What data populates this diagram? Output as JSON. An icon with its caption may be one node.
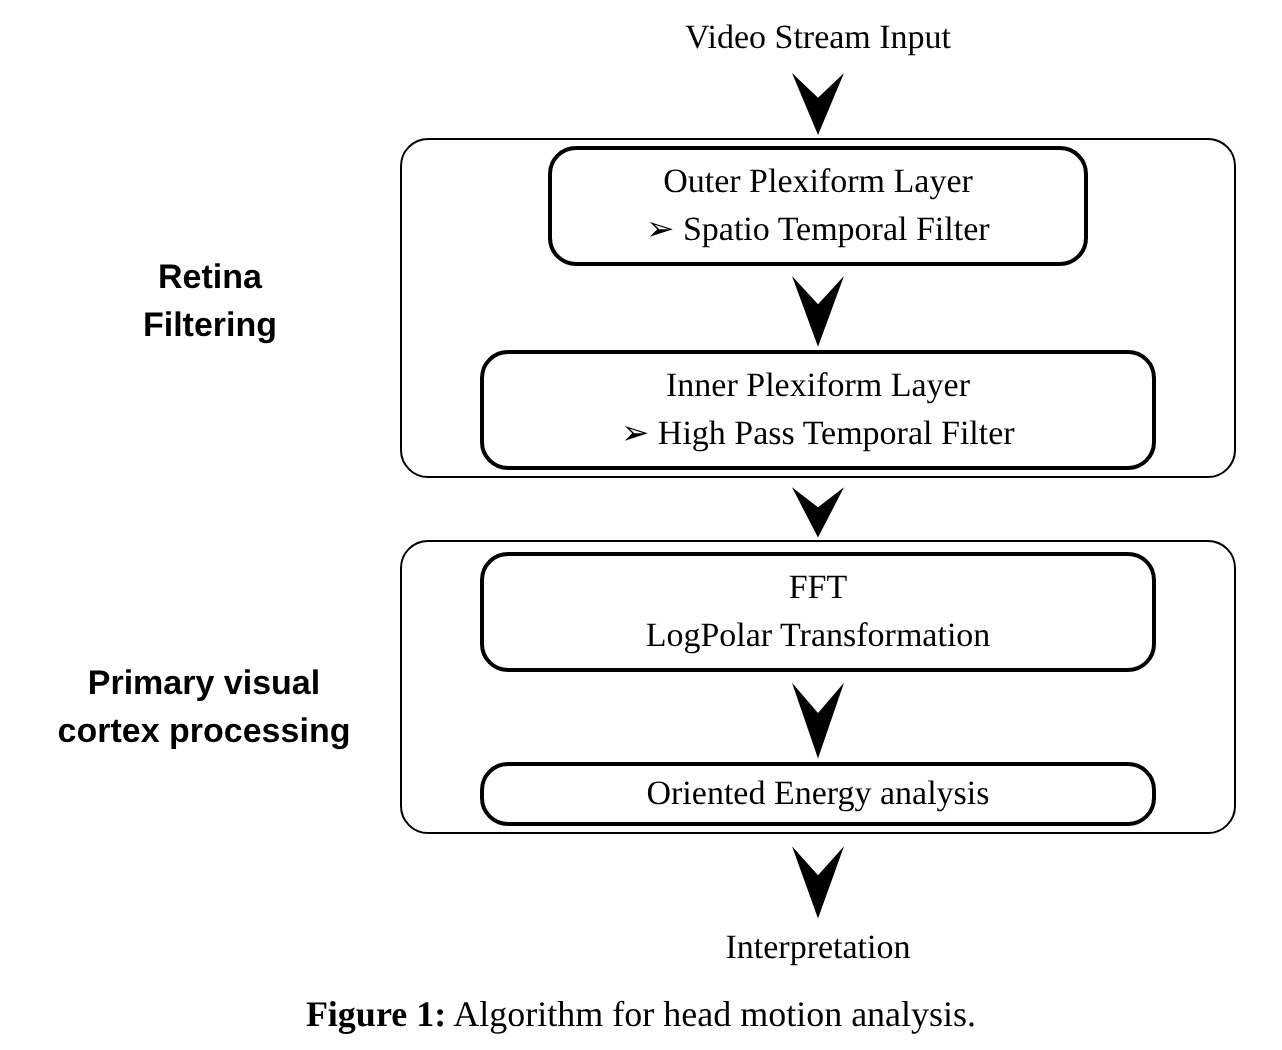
{
  "diagram": {
    "caption": "**Figure 1:** Algorithm for head motion analysis.",
    "nodes": [
      {
        "text": [
          "Video Stream Input"
        ]
      },
      {
        "text": [
          "Retina Filtering"
        ]
      },
      {
        "text": [
          "Outer Plexiform Layer",
          "➢ Spatio Temporal Filter"
        ],
        "in": 1
      },
      {
        "text": [
          "Inner Plexiform Layer",
          "➢ High Pass Temporal Filter"
        ],
        "in": 1
      },
      {
        "text": [
          "Primary visual cortex processing"
        ]
      },
      {
        "text": [
          "FFT",
          "LogPolar Transformation"
        ],
        "in": 4
      },
      {
        "text": [
          "Oriented Energy analysis"
        ],
        "in": 4
      },
      {
        "text": [
          "Interpretation"
        ]
      }
    ],
    "edges": [
      {
        "from": 0,
        "to": 1,
        "arrow": "to"
      },
      {
        "from": 2,
        "to": 3,
        "arrow": "to"
      },
      {
        "from": 1,
        "to": 4,
        "arrow": "to"
      },
      {
        "from": 5,
        "to": 6,
        "arrow": "to"
      },
      {
        "from": 4,
        "to": 7,
        "arrow": "to"
      }
    ]
  }
}
